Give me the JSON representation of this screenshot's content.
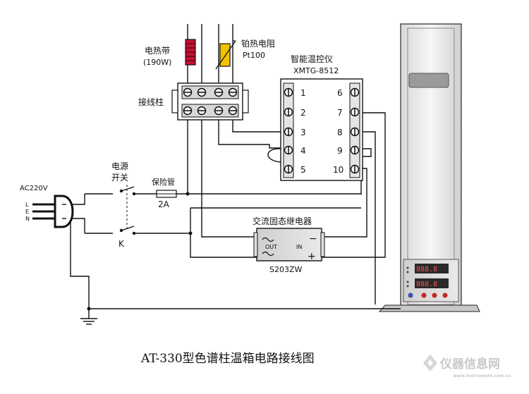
{
  "diagram": {
    "title": "AT-330型色谱柱温箱电路接线图",
    "heater": {
      "label": "电热带",
      "power": "(190W)"
    },
    "sensor": {
      "label": "铂热电阻",
      "model": "Pt100"
    },
    "terminal_block": {
      "label": "接线柱"
    },
    "controller": {
      "label": "智能温控仪",
      "model": "XMTG-8512",
      "left_pins": [
        "1",
        "2",
        "3",
        "4",
        "5"
      ],
      "right_pins": [
        "6",
        "7",
        "8",
        "9",
        "10"
      ]
    },
    "power": {
      "source": "AC220V",
      "plug_pins": [
        "L",
        "E",
        "N"
      ],
      "switch_label_1": "电源",
      "switch_label_2": "开关",
      "switch_k": "K"
    },
    "fuse": {
      "label": "保险管",
      "rating": "2A"
    },
    "relay": {
      "label": "交流固态继电器",
      "model": "S203ZW",
      "out_label": "OUT",
      "in_label": "IN",
      "minus": "−",
      "plus": "+"
    },
    "watermark": {
      "text": "仪器信息网",
      "sub": "www.instrument.com.cn"
    }
  }
}
